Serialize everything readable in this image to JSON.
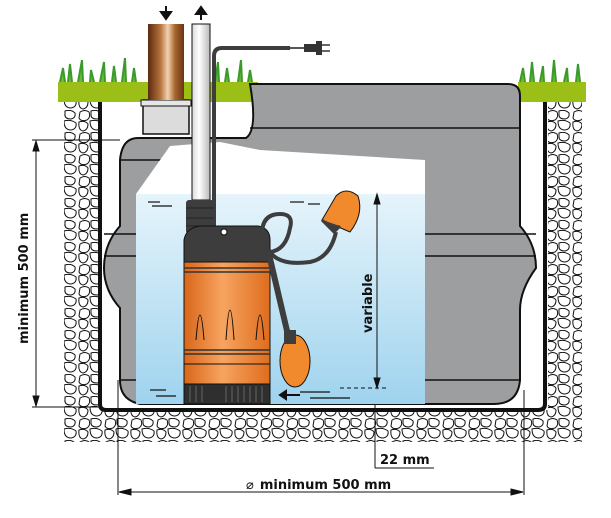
{
  "diagram": {
    "title": "Submersible drainage pump installed in pit",
    "labels": {
      "min_height": "minimum 500 mm",
      "variable": "variable",
      "clearance": "22 mm",
      "min_diameter": "minimum 500 mm",
      "diameter_symbol": "⌀"
    },
    "flow_arrows": {
      "inlet": "down-arrow",
      "outlet": "up-arrow"
    },
    "components": [
      "inlet-pipe",
      "discharge-pipe",
      "power-cable",
      "plug",
      "tank",
      "water",
      "pump",
      "float-switch",
      "gravel",
      "grass",
      "pit-walls"
    ],
    "colors": {
      "grass": "#9bbf17",
      "grass_blades": "#3a9a2a",
      "tank": "#9d9e9f",
      "tank_dark": "#848587",
      "water_top": "#e4f3fb",
      "water_bottom": "#9fd4ee",
      "pump_orange": "#f08a2c",
      "pump_dark": "#3d3d3d",
      "pipe_copper": "#8a4a1f",
      "line": "#111111"
    }
  }
}
